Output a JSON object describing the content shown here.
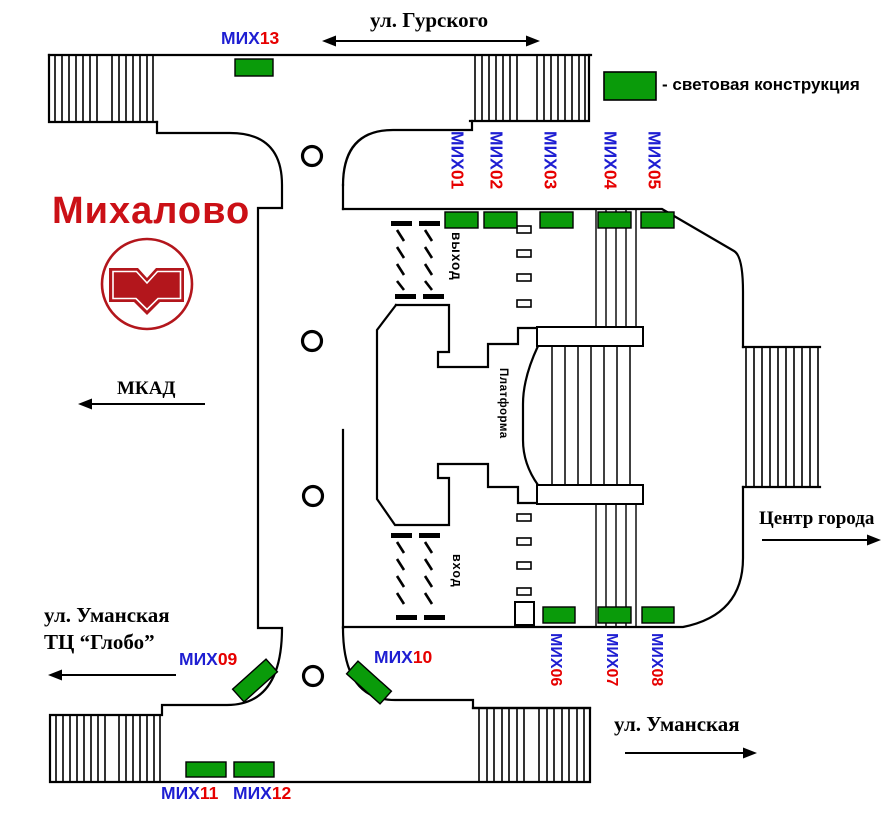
{
  "station": {
    "name": "Михалово"
  },
  "legend": {
    "label": "- световая конструкция"
  },
  "streets": {
    "gurskogo": "ул. Гурского",
    "mkad": "МКАД",
    "umanskaya_line1": "ул. Уманская",
    "umanskaya_line2": "ТЦ “Глобо”",
    "center_city": "Центр города",
    "umanskaya_bottom": "ул. Уманская"
  },
  "areas": {
    "exit": "выход",
    "entrance": "вход",
    "platform": "Платформа"
  },
  "signs": [
    {
      "prefix": "МИХ",
      "number": "01"
    },
    {
      "prefix": "МИХ",
      "number": "02"
    },
    {
      "prefix": "МИХ",
      "number": "03"
    },
    {
      "prefix": "МИХ",
      "number": "04"
    },
    {
      "prefix": "МИХ",
      "number": "05"
    },
    {
      "prefix": "МИХ",
      "number": "06"
    },
    {
      "prefix": "МИХ",
      "number": "07"
    },
    {
      "prefix": "МИХ",
      "number": "08"
    },
    {
      "prefix": "МИХ",
      "number": "09"
    },
    {
      "prefix": "МИХ",
      "number": "10"
    },
    {
      "prefix": "МИХ",
      "number": "11"
    },
    {
      "prefix": "МИХ",
      "number": "12"
    },
    {
      "prefix": "МИХ",
      "number": "13"
    }
  ],
  "colors": {
    "sign_green": "#0a9b0a",
    "sign_prefix_blue": "#1e1ed2",
    "sign_number_red": "#e60000",
    "station_red": "#cb1016",
    "logo_red": "#b3161c"
  }
}
